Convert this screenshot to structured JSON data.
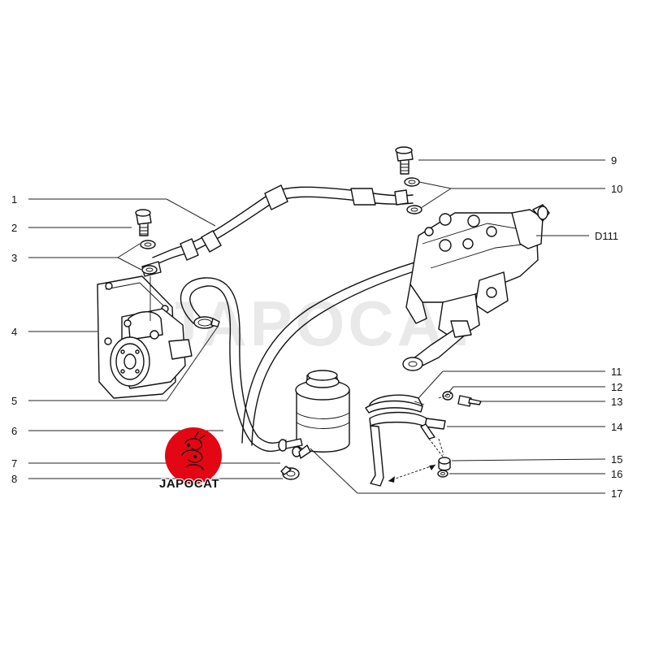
{
  "diagram": {
    "watermark": "JAPOCAT",
    "logo_text": "JAPOCAT",
    "logo_color": "#e30613",
    "callouts_left": [
      "1",
      "2",
      "3",
      "4",
      "5",
      "6",
      "7",
      "8"
    ],
    "callouts_right": [
      "9",
      "10",
      "D111",
      "11",
      "12",
      "13",
      "14",
      "15",
      "16",
      "17"
    ]
  }
}
